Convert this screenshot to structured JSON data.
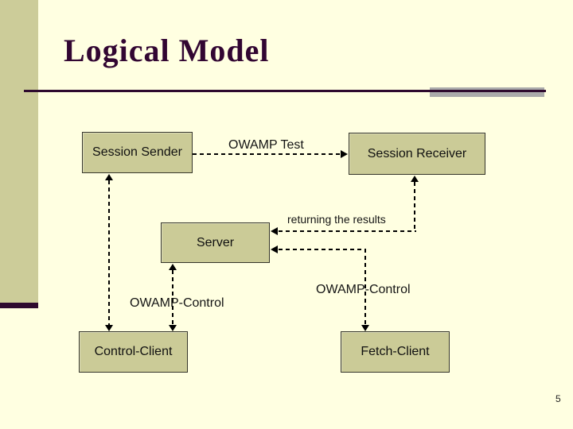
{
  "slide": {
    "title": "Logical Model",
    "page_number": "5",
    "colors": {
      "background": "#FFFFE1",
      "sidebar": "#CCCC99",
      "accent_dark_purple": "#2E0A2E",
      "title_color": "#320632",
      "rule_gray": "#ABABAB",
      "box_fill": "#CBCB97",
      "box_border": "#35352A",
      "connector": "#000000"
    }
  },
  "diagram": {
    "boxes": [
      {
        "id": "session-sender",
        "label": "Session Sender"
      },
      {
        "id": "session-receiver",
        "label": "Session Receiver"
      },
      {
        "id": "server",
        "label": "Server"
      },
      {
        "id": "control-client",
        "label": "Control-Client"
      },
      {
        "id": "fetch-client",
        "label": "Fetch-Client"
      }
    ],
    "labels": {
      "owamp_test": "OWAMP Test",
      "returning_results": "returning the results",
      "owamp_control_left": "OWAMP-Control",
      "owamp_control_right": "OWAMP-Control"
    }
  }
}
